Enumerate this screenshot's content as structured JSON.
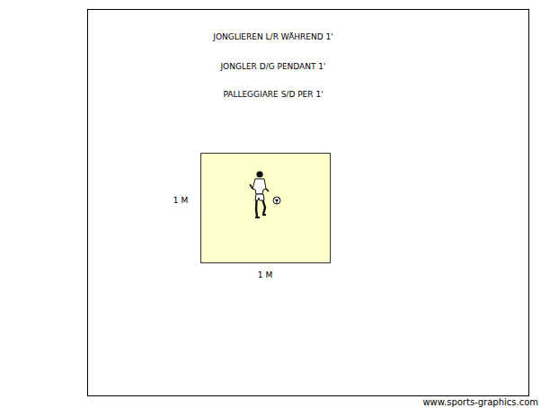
{
  "diagram": {
    "nodes": [
      {
        "text": [
          "JONGLIEREN L/R WÄHREND 1'",
          "JONGLER D/G PENDANT 1'",
          "PALLEGGIARE S/D PER 1'"
        ]
      }
    ],
    "labels": [
      "1 M",
      "1 M",
      "www.sports-graphics.com"
    ]
  }
}
